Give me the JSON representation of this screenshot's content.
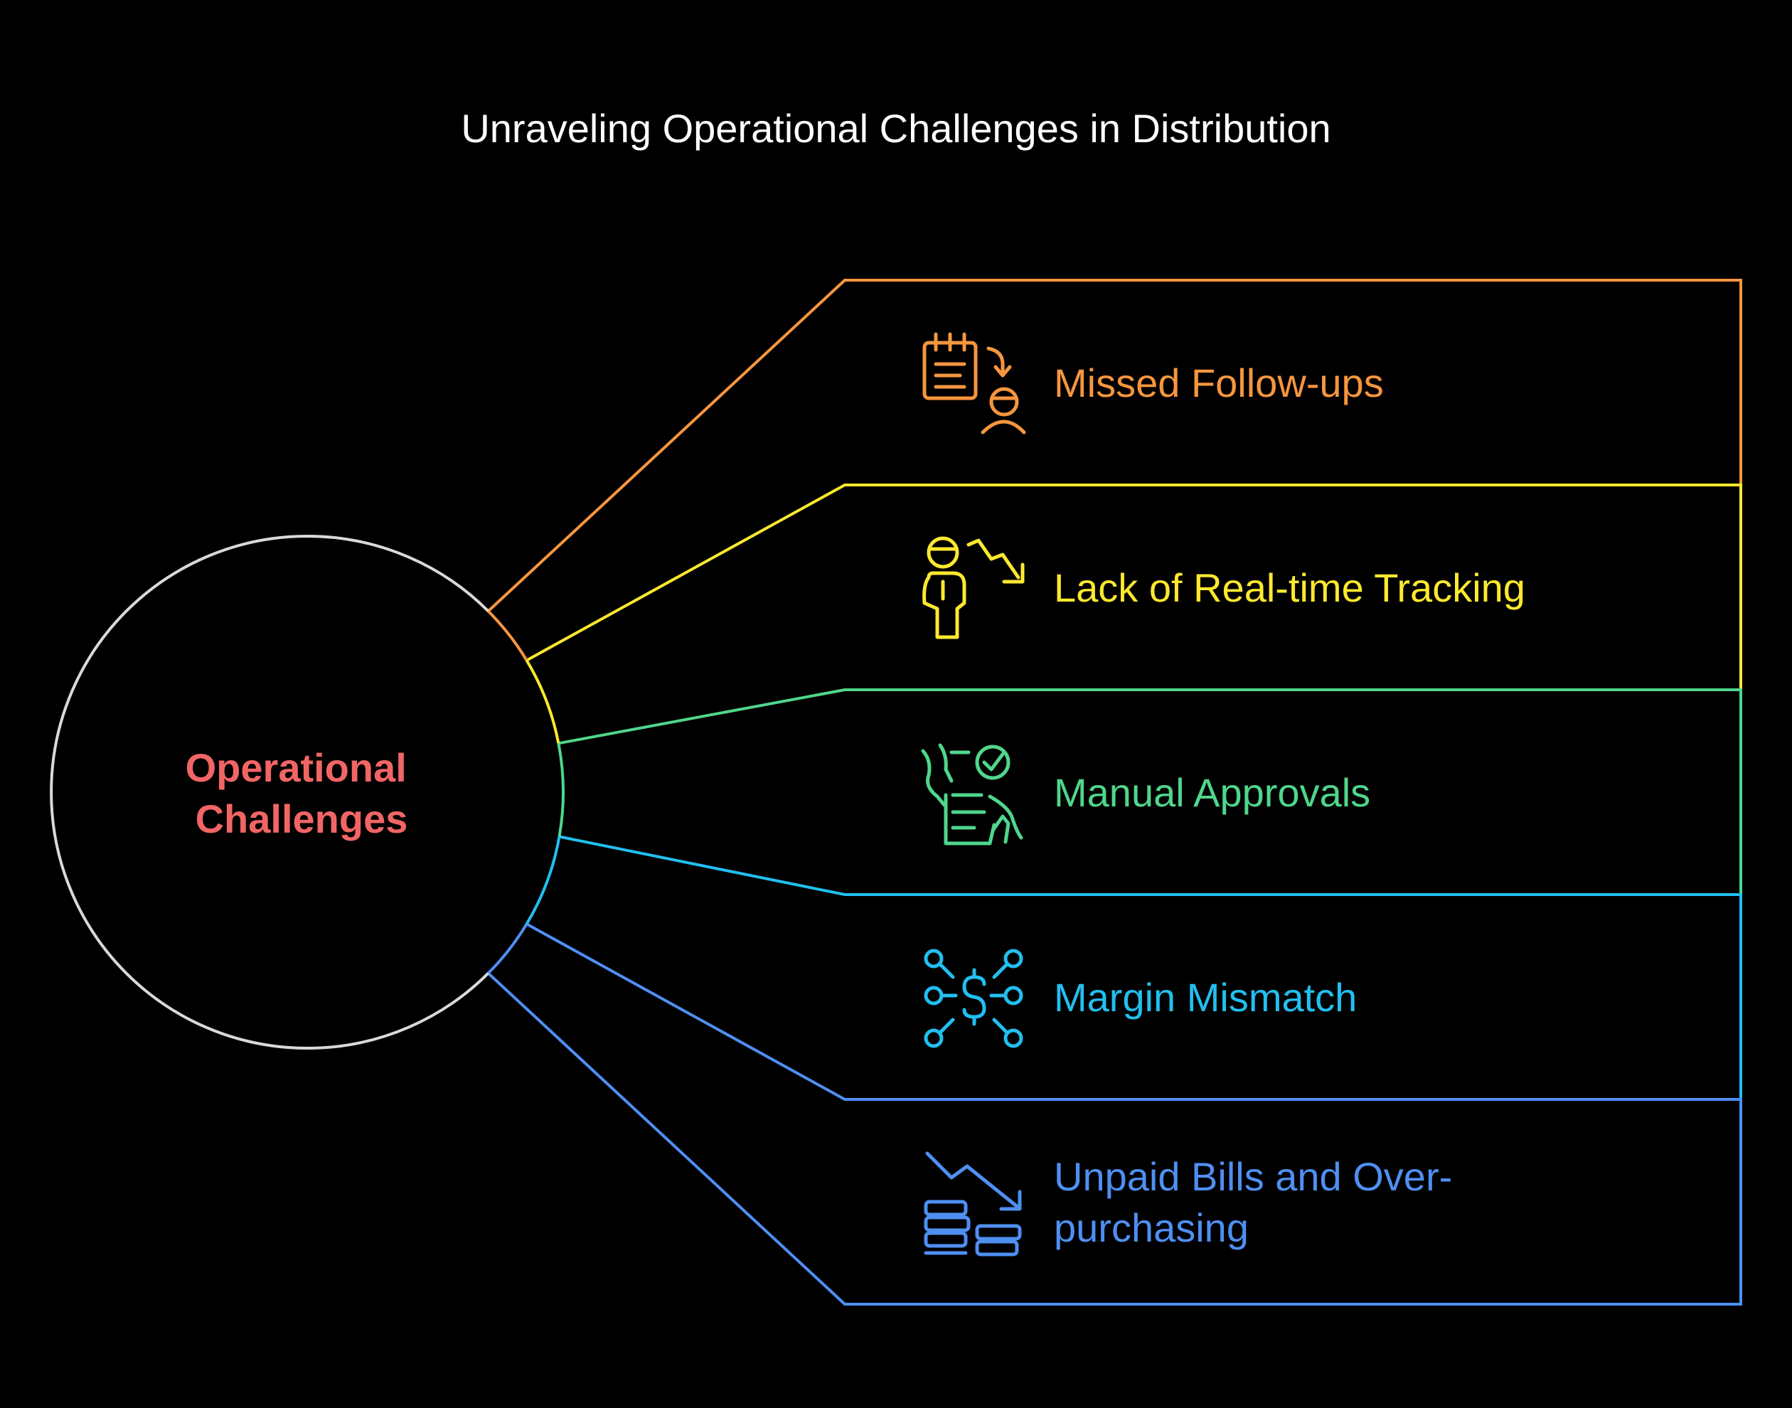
{
  "title": "Unraveling Operational Challenges in Distribution",
  "hub": {
    "lines": [
      "Operational",
      "Challenges"
    ],
    "label_color": "#f26565",
    "ring_color": "#d9d9d9"
  },
  "items": [
    {
      "lines": [
        "Missed Follow-ups"
      ],
      "color": "#f6963f",
      "icon": "notepad-person-icon"
    },
    {
      "lines": [
        "Lack of Real-time Tracking"
      ],
      "color": "#fde92e",
      "icon": "person-downtrend-icon"
    },
    {
      "lines": [
        "Manual Approvals"
      ],
      "color": "#4fd68c",
      "icon": "checklist-hand-icon"
    },
    {
      "lines": [
        "Margin Mismatch"
      ],
      "color": "#22bff0",
      "icon": "dollar-network-icon"
    },
    {
      "lines": [
        "Unpaid Bills and Over-",
        "purchasing"
      ],
      "color": "#4f8ff2",
      "icon": "coins-downtrend-icon"
    }
  ]
}
